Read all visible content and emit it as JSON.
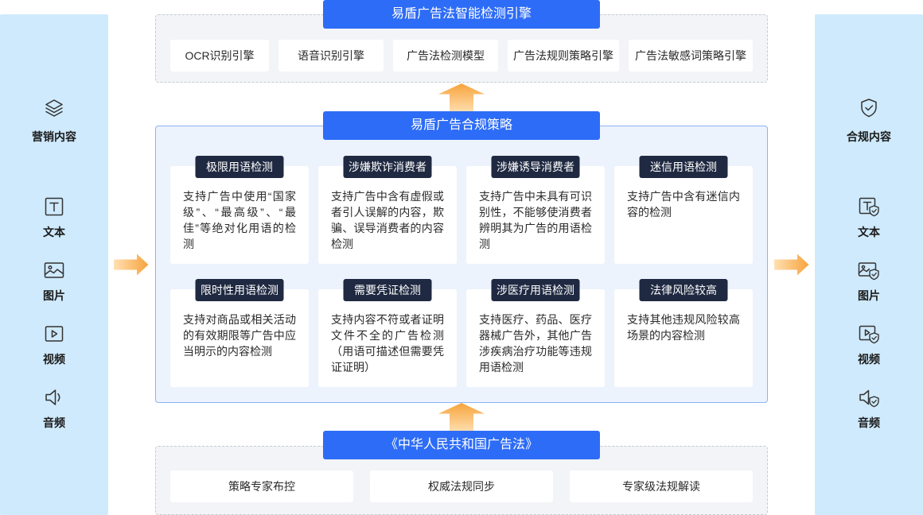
{
  "left_panel": {
    "title": "营销内容",
    "title_icon": "layers-icon",
    "items": [
      {
        "label": "文本",
        "icon": "text-icon"
      },
      {
        "label": "图片",
        "icon": "image-icon"
      },
      {
        "label": "视频",
        "icon": "video-icon"
      },
      {
        "label": "音频",
        "icon": "audio-icon"
      }
    ]
  },
  "right_panel": {
    "title": "合规内容",
    "title_icon": "shield-check-icon",
    "items": [
      {
        "label": "文本",
        "icon": "text-shield-icon"
      },
      {
        "label": "图片",
        "icon": "image-shield-icon"
      },
      {
        "label": "视频",
        "icon": "video-shield-icon"
      },
      {
        "label": "音频",
        "icon": "audio-shield-icon"
      }
    ]
  },
  "engine": {
    "title": "易盾广告法智能检测引擎",
    "items": [
      "OCR识别引擎",
      "语音识别引擎",
      "广告法检测模型",
      "广告法规则策略引擎",
      "广告法敏感词策略引擎"
    ]
  },
  "strategy": {
    "title": "易盾广告合规策略",
    "cards": [
      {
        "title": "极限用语检测",
        "desc": "支持广告中使用“国家级”、“最高级”、“最佳”等绝对化用语的检测"
      },
      {
        "title": "涉嫌欺诈消费者",
        "desc": "支持广告中含有虚假或者引人误解的内容，欺骗、误导消费者的内容检测"
      },
      {
        "title": "涉嫌诱导消费者",
        "desc": "支持广告中未具有可识别性，不能够使消费者辨明其为广告的用语检测"
      },
      {
        "title": "迷信用语检测",
        "desc": "支持广告中含有迷信内容的检测"
      },
      {
        "title": "限时性用语检测",
        "desc": "支持对商品或相关活动的有效期限等广告中应当明示的内容检测"
      },
      {
        "title": "需要凭证检测",
        "desc": "支持内容不符或者证明文件不全的广告检测（用语可描述但需要凭证证明）"
      },
      {
        "title": "涉医疗用语检测",
        "desc": "支持医疗、药品、医疗器械广告外，其他广告涉疾病治疗功能等违规用语检测"
      },
      {
        "title": "法律风险较高",
        "desc": "支持其他违规风险较高场景的内容检测"
      }
    ]
  },
  "law": {
    "title": "《中华人民共和国广告法》",
    "items": [
      "策略专家布控",
      "权威法规同步",
      "专家级法规解读"
    ]
  },
  "arrow_icons": [
    "arrow-right-icon",
    "arrow-up-icon"
  ],
  "colors": {
    "side_panel_bg": "#cfeafc",
    "title_tab_bg": "#2d6cf6",
    "card_tab_bg": "#1f2941",
    "strategy_bg": "#edf3fd",
    "strategy_border": "#8db2f4",
    "section_bg": "#f3f4f7",
    "section_border": "#c5cad3",
    "arrow_light": "#ffe0b2",
    "arrow_dark": "#f7a33c"
  }
}
